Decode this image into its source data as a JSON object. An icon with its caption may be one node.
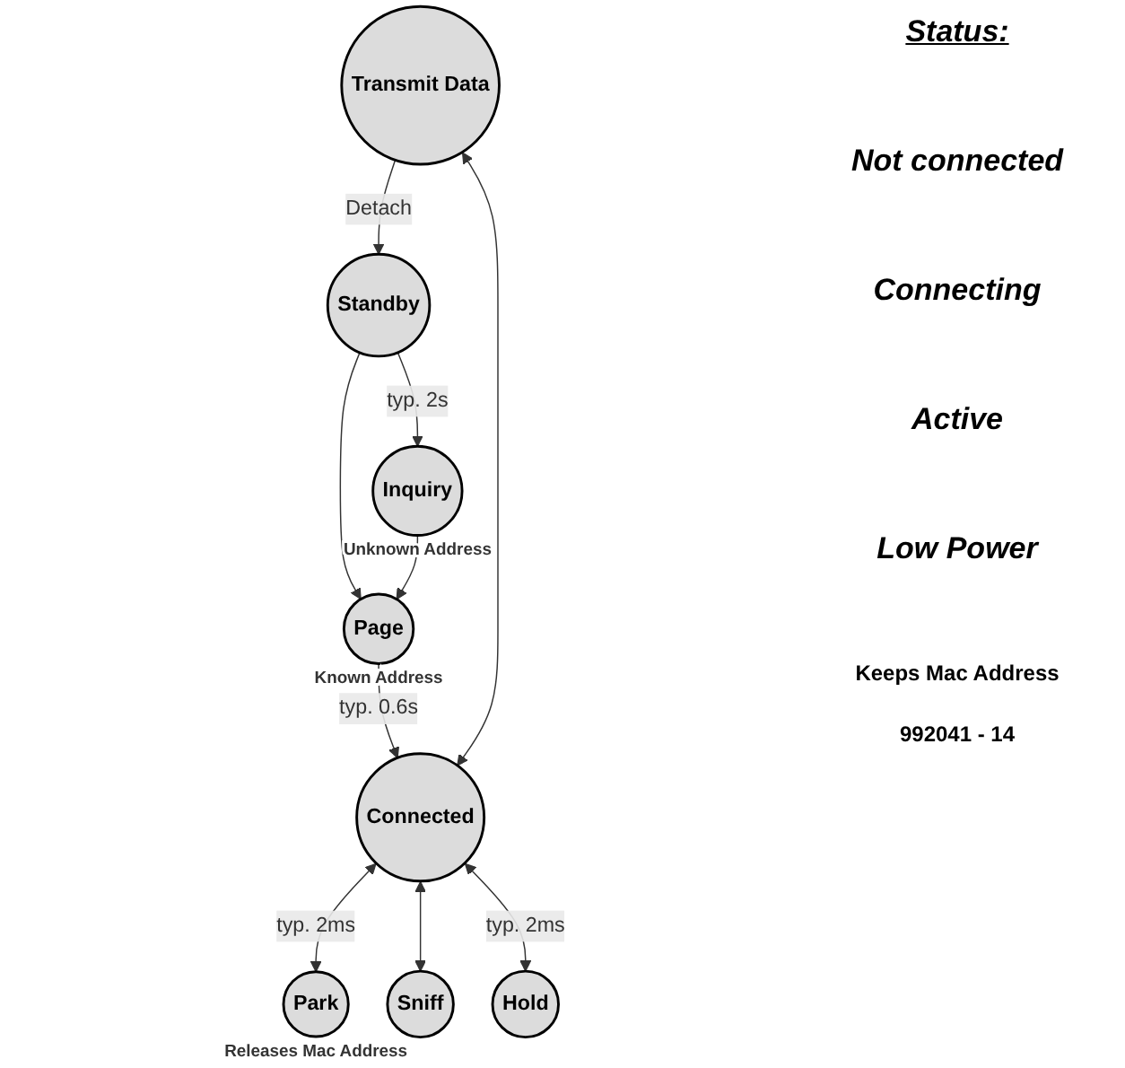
{
  "diagram": {
    "nodes": [
      {
        "text": [
          "Standby"
        ]
      },
      {
        "text": [
          "Inquiry"
        ],
        "beside": [
          "Unknown Address"
        ]
      },
      {
        "text": [
          "Page"
        ],
        "beside": [
          "Known Address"
        ]
      },
      {
        "text": [
          "Transmit Data"
        ]
      },
      {
        "text": [
          "Connected"
        ]
      },
      {
        "text": [
          "Park"
        ],
        "beside": [
          "Releases Mac Address"
        ]
      },
      {
        "text": [
          "Sniff"
        ]
      },
      {
        "text": [
          "Hold"
        ]
      }
    ],
    "edges": [
      {
        "from": 0,
        "to": 1,
        "arrow": "to",
        "label": "typ. 2s"
      },
      {
        "from": 0,
        "to": 2,
        "arrow": "to"
      },
      {
        "from": 1,
        "to": 2,
        "arrow": "to"
      },
      {
        "from": 2,
        "to": 4,
        "arrow": "to",
        "label": "typ. 0.6s"
      },
      {
        "from": 3,
        "to": 4,
        "arrow": "both"
      },
      {
        "from": 3,
        "to": 0,
        "arrow": "to",
        "label": "Detach"
      },
      {
        "from": 4,
        "to": 5,
        "arrow": "both",
        "label": "typ. 2ms"
      },
      {
        "from": 4,
        "to": 6,
        "arrow": "both"
      },
      {
        "from": 4,
        "to": 7,
        "arrow": "both",
        "label": "typ. 2ms"
      }
    ],
    "labels": [
      "Status:",
      "Not connected",
      "Connecting",
      "Active",
      "Low Power",
      "Keeps Mac Address",
      "992041 - 14"
    ]
  }
}
